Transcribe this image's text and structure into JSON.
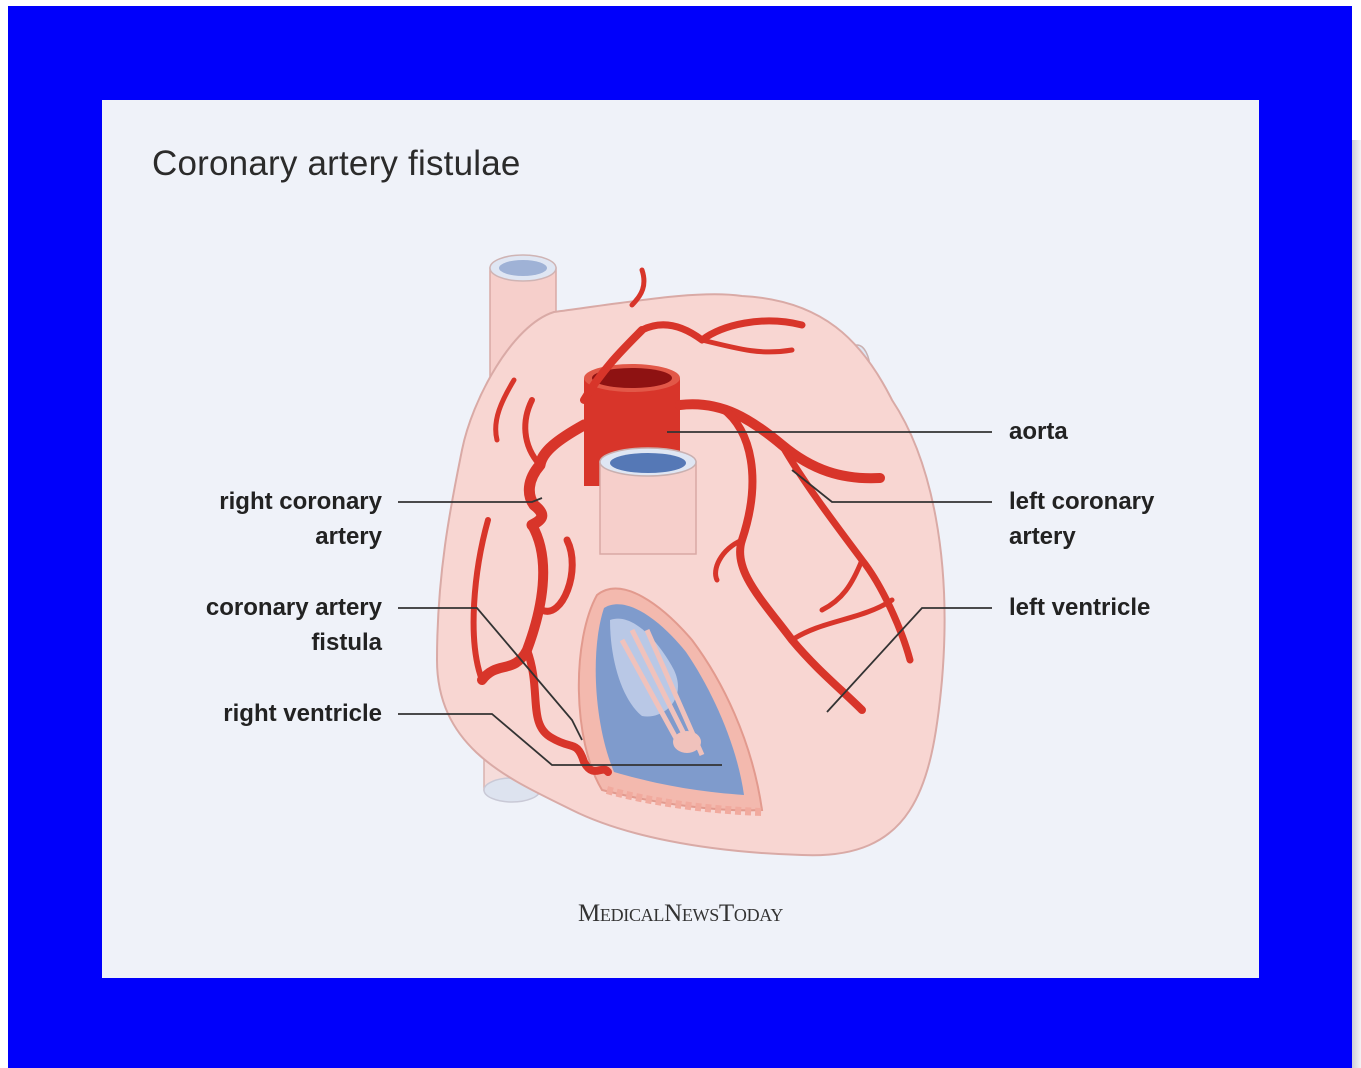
{
  "title": "Coronary artery fistulae",
  "labels": {
    "aorta": "aorta",
    "left_coronary_artery": [
      "left coronary",
      "artery"
    ],
    "left_ventricle": "left ventricle",
    "right_coronary_artery": [
      "right coronary",
      "artery"
    ],
    "coronary_artery_fistula": [
      "coronary artery",
      "fistula"
    ],
    "right_ventricle": "right ventricle"
  },
  "brand": "MedicalNewsToday",
  "colors": {
    "frame": "#0000fb",
    "card": "#eff2f9",
    "heart": "#f8d6d2",
    "artery": "#d8352a",
    "vessel_interior": "#9fb2d6",
    "leader_line": "#333333"
  }
}
